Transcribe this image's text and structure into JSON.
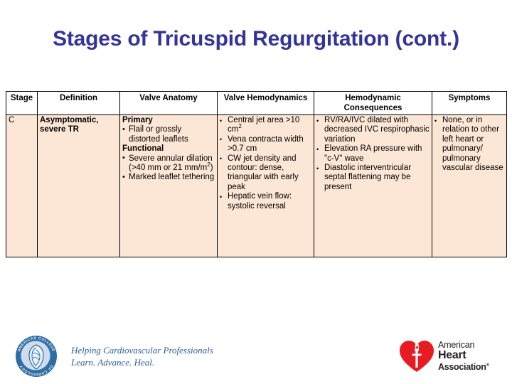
{
  "slide": {
    "title": "Stages of Tricuspid Regurgitation (cont.)",
    "title_color": "#333399",
    "background_color": "#ffffff"
  },
  "table": {
    "header_background": "#ffffff",
    "body_background": "#fce6d6",
    "border_color": "#000000",
    "headers": [
      "Stage",
      "Definition",
      "Valve Anatomy",
      "Valve Hemodynamics",
      "Hemodynamic Consequences",
      "Symptoms"
    ],
    "rows": [
      {
        "stage": "C",
        "definition": "Asymptomatic, severe TR",
        "valve_anatomy": {
          "group1_label": "Primary",
          "group1_items": [
            "Flail or grossly distorted leaflets"
          ],
          "group2_label": "Functional",
          "group2_items": [
            "Severe annular dilation (>40 mm or 21 mm/m",
            "Marked leaflet tethering"
          ],
          "group2_item1_sup": "2",
          "group2_item1_tail": ")"
        },
        "valve_hemodynamics": [
          {
            "text": "Central jet area >10 cm",
            "sup": "2",
            "tail": ""
          },
          {
            "text": "Vena contracta width >0.7 cm",
            "sup": "",
            "tail": ""
          },
          {
            "text": "CW jet density and contour: dense, triangular with early peak",
            "sup": "",
            "tail": ""
          },
          {
            "text": "Hepatic vein flow: systolic reversal",
            "sup": "",
            "tail": ""
          }
        ],
        "hemodynamic_consequences": [
          "RV/RA/IVC dilated with decreased IVC respirophasic variation",
          "Elevation RA pressure with \"c-V\" wave",
          "Diastolic interventricular septal flattening may be present"
        ],
        "symptoms": [
          "None, or in relation to other left heart or pulmonary/ pulmonary vascular disease"
        ]
      }
    ]
  },
  "footer": {
    "acc": {
      "seal_ring_text": "AMERICAN COLLEGE OF CARDIOLOGY",
      "seal_color": "#2e6da4",
      "tagline_line1": "Helping Cardiovascular Professionals",
      "tagline_line2": "Learn. Advance. Heal.",
      "tagline_color": "#2e5f96"
    },
    "aha": {
      "line1": "American",
      "line2": "Heart",
      "line3": "Association",
      "registered_mark": "®",
      "heart_color": "#e81b23",
      "text_color": "#231f20"
    }
  }
}
